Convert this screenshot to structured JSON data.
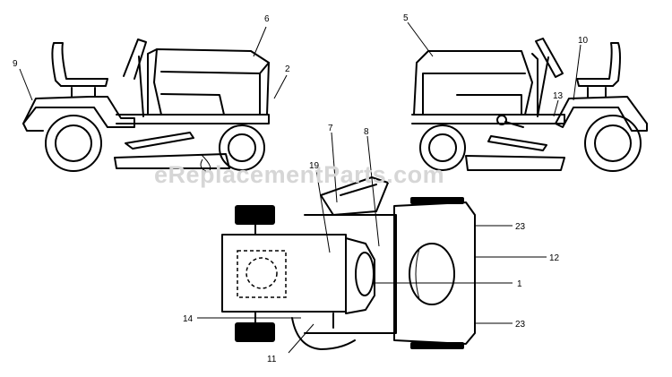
{
  "watermark": "eReplacementParts.com",
  "callouts": [
    {
      "id": "c6",
      "label": "6"
    },
    {
      "id": "c2",
      "label": "2"
    },
    {
      "id": "c9",
      "label": "9"
    },
    {
      "id": "c5",
      "label": "5"
    },
    {
      "id": "c10",
      "label": "10"
    },
    {
      "id": "c13",
      "label": "13"
    },
    {
      "id": "c7",
      "label": "7"
    },
    {
      "id": "c8",
      "label": "8"
    },
    {
      "id": "c19",
      "label": "19"
    },
    {
      "id": "c23a",
      "label": "23"
    },
    {
      "id": "c12",
      "label": "12"
    },
    {
      "id": "c1",
      "label": "1"
    },
    {
      "id": "c23b",
      "label": "23"
    },
    {
      "id": "c14",
      "label": "14"
    },
    {
      "id": "c11",
      "label": "11"
    }
  ]
}
